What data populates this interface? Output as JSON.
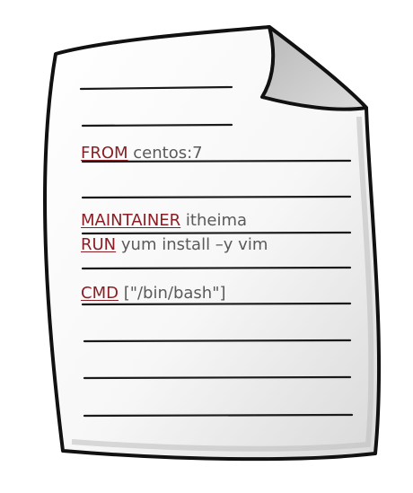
{
  "document": {
    "lines": [
      {
        "keyword": "FROM",
        "argument": " centos:7"
      },
      {
        "keyword": "MAINTAINER",
        "argument": "  itheima"
      },
      {
        "keyword": "RUN",
        "argument": " yum install –y vim"
      },
      {
        "keyword": "CMD",
        "argument": " [\"/bin/bash\"]"
      }
    ]
  },
  "colors": {
    "keyword": "#8b1e24",
    "text": "#5a5a5a",
    "outline": "#111111",
    "fold": "#c8c8c8"
  }
}
